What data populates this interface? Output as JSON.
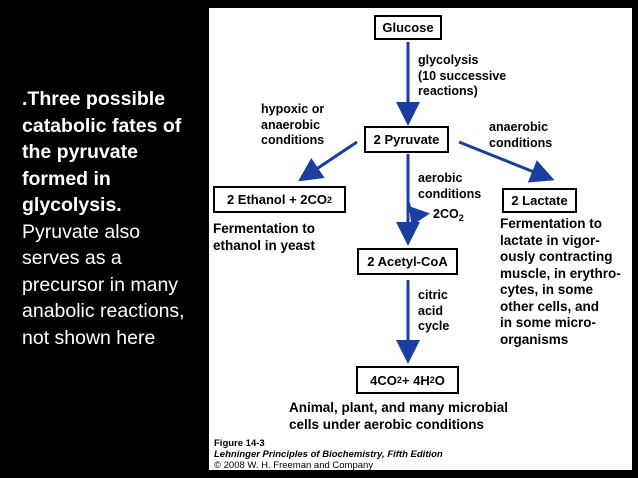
{
  "slide": {
    "lead": ".Three possible catabolic fates of the pyruvate formed in glycolysis.",
    "rest": "Pyruvate also serves as a precursor in many anabolic reactions, not shown here"
  },
  "diagram": {
    "nodes": {
      "glucose": "Glucose",
      "pyruvate": "2 Pyruvate",
      "ethanol": "2 Ethanol + 2CO",
      "ethanol_sub": "2",
      "lactate": "2 Lactate",
      "acetyl": "2 Acetyl-CoA",
      "final_a": "4CO",
      "final_a_sub": "2",
      "final_b": " + 4H",
      "final_b_sub": "2",
      "final_c": "O"
    },
    "labels": {
      "glycolysis": [
        "glycolysis",
        "(10 successive",
        "reactions)"
      ],
      "hypoxic": [
        "hypoxic or",
        "anaerobic",
        "conditions"
      ],
      "anaerobic": [
        "anaerobic",
        "conditions"
      ],
      "aerobic": [
        "aerobic",
        "conditions"
      ],
      "co2": "2CO",
      "co2_sub": "2",
      "citric": [
        "citric",
        "acid",
        "cycle"
      ]
    },
    "captions": {
      "ethanol": [
        "Fermentation to",
        "ethanol in yeast"
      ],
      "lactate": [
        "Fermentation to",
        "lactate in vigor-",
        "ously contracting",
        "muscle, in erythro-",
        "cytes, in some",
        "other cells, and",
        "in some micro-",
        "organisms"
      ],
      "aerobic": [
        "Animal, plant, and many microbial",
        "cells under aerobic conditions"
      ]
    },
    "figure_credit": {
      "number": "Figure 14-3",
      "book": "Lehninger Principles of Biochemistry, Fifth Edition",
      "copyright": "© 2008 W. H. Freeman and Company"
    },
    "arrow_color": "#1a3f9e"
  }
}
